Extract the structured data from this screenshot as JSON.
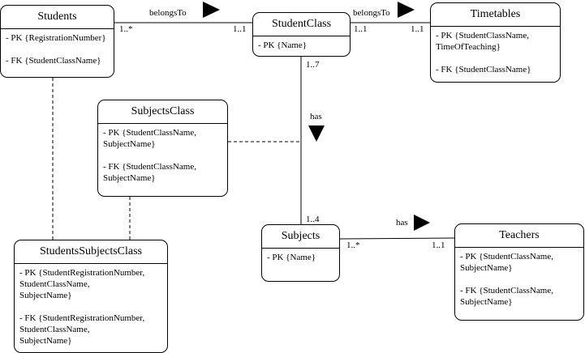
{
  "entities": {
    "students": {
      "title": "Students",
      "pk": "- PK {RegistrationNumber}",
      "fk": "- FK {StudentClassName}"
    },
    "student_class": {
      "title": "StudentClass",
      "pk": "- PK {Name}"
    },
    "timetables": {
      "title": "Timetables",
      "pk": "- PK {StudentClassName,\nTimeOfTeaching}",
      "fk": "- FK {StudentClassName}"
    },
    "subjects_class": {
      "title": "SubjectsClass",
      "pk": "- PK {StudentClassName,\nSubjectName}",
      "fk": "- FK {StudentClassName,\nSubjectName}"
    },
    "subjects": {
      "title": "Subjects",
      "pk": "- PK {Name}"
    },
    "teachers": {
      "title": "Teachers",
      "pk": "- PK {StudentClassName,\nSubjectName}",
      "fk": "- FK {StudentClassName,\nSubjectName}"
    },
    "students_subjects_class": {
      "title": "StudentsSubjectsClass",
      "pk": "- PK {StudentRegistrationNumber,\nStudentClassName,\nSubjectName}",
      "fk": "- FK {StudentRegistrationNumber,\nStudentClassName,\nSubjectName}"
    }
  },
  "relationships": {
    "students_studentclass": {
      "label": "belongsTo",
      "mult_left": "1..*",
      "mult_right": "1..1"
    },
    "studentclass_timetables": {
      "label": "belongsTo",
      "mult_left": "1..1",
      "mult_right": "1..1"
    },
    "studentclass_subjects": {
      "label": "has",
      "mult_top": "1..7",
      "mult_bottom": "1..4"
    },
    "subjects_teachers": {
      "label": "has",
      "mult_left": "1..*",
      "mult_right": "1..1"
    }
  }
}
